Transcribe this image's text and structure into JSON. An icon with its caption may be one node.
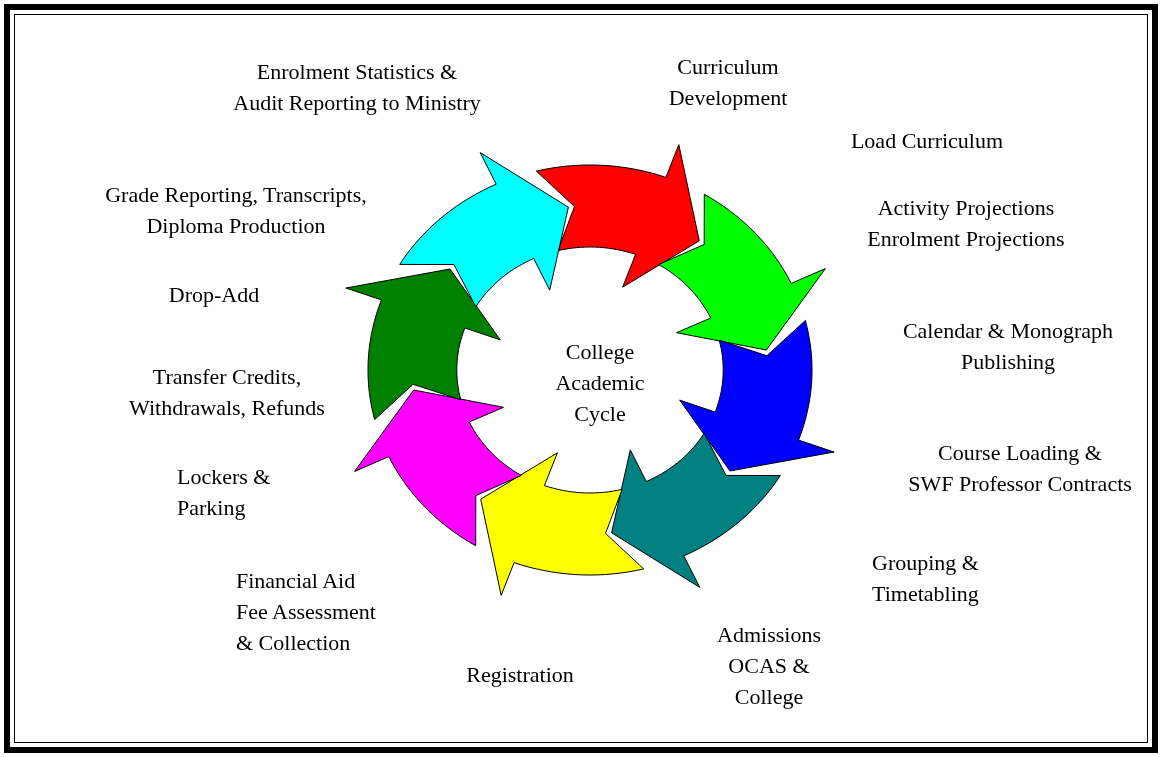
{
  "diagram": {
    "nodes": [
      {
        "text": [
          "College Academic Cycle"
        ]
      }
    ],
    "labels": [
      "Enrolment Statistics & Audit Reporting to Ministry",
      "Curriculum Development",
      "Load Curriculum",
      "Grade Reporting, Transcripts, Diploma Production",
      "Activity Projections Enrolment Projections",
      "Drop-Add",
      "Calendar & Monograph Publishing",
      "Transfer Credits, Withdrawals, Refunds",
      "Course Loading & SWF Professor Contracts",
      "Lockers & Parking",
      "Grouping & Timetabling",
      "Financial Aid Fee Assessment & Collection",
      "Admissions OCAS & College",
      "Registration"
    ]
  }
}
